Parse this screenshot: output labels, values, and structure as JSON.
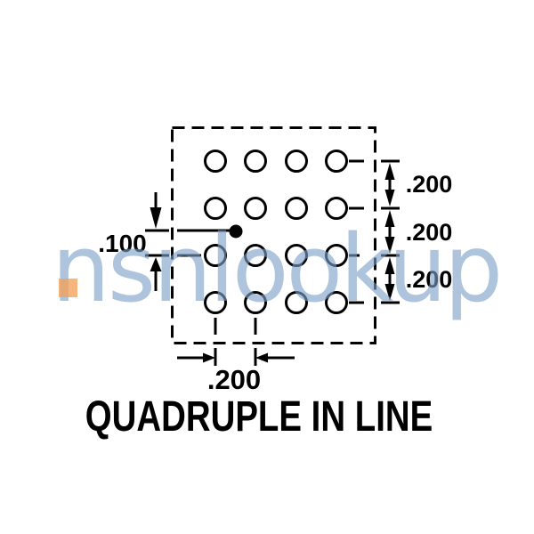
{
  "figure": {
    "title": "QUADRUPLE IN LINE",
    "package": {
      "pin_rows": 4,
      "pin_cols": 4,
      "index_marker": "filled-center-dot"
    },
    "dimension_labels": {
      "center_to_row_offset": ".100",
      "row_pitch": [
        ".200",
        ".200",
        ".200"
      ],
      "column_pitch": ".200"
    },
    "watermark": {
      "text": "nsnlookup"
    },
    "colors": {
      "line": "#000000",
      "watermark_text": "#7da0c8",
      "watermark_accent": "#f4a058",
      "background": "#ffffff"
    }
  }
}
